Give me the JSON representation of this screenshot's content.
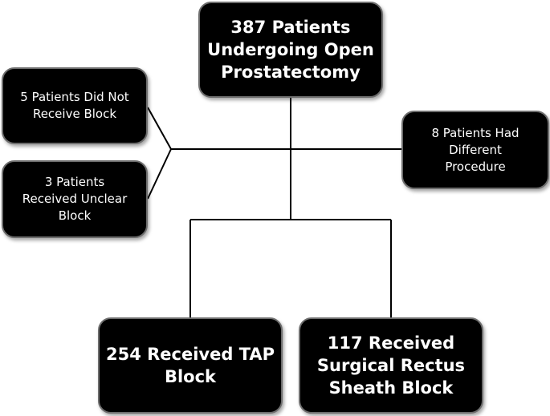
{
  "diagram": {
    "nodes": {
      "top": "387 Patients\nUndergoing Open\nProstatectomy",
      "excluded_no_block": "5 Patients Did Not\nReceive Block",
      "excluded_unclear": "3 Patients\nReceived Unclear\nBlock",
      "excluded_other_procedure": "8 Patients Had\nDifferent\nProcedure",
      "tap_block": "254 Received TAP\nBlock",
      "rectus_block": "117 Received\nSurgical Rectus\nSheath Block"
    },
    "edges": [
      [
        "top",
        "excluded_no_block"
      ],
      [
        "top",
        "excluded_unclear"
      ],
      [
        "top",
        "excluded_other_procedure"
      ],
      [
        "top",
        "tap_block"
      ],
      [
        "top",
        "rectus_block"
      ]
    ]
  }
}
